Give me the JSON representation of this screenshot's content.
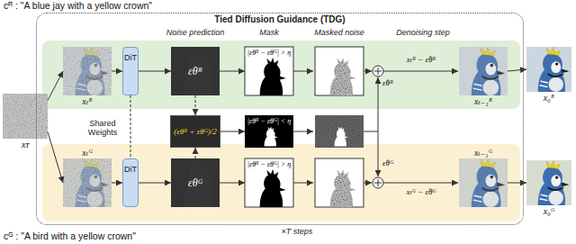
{
  "diagram": {
    "nodes": [
      {
        "text": [
          "Tied Diffusion Guidance (TDG)"
        ]
      },
      {
        "text": [
          "xᴛ"
        ]
      },
      {
        "text": [
          "xₜᴿ"
        ],
        "in": 0
      },
      {
        "text": [
          "DiT"
        ],
        "in": 0
      },
      {
        "text": [
          "εθᴿ"
        ],
        "in": 0
      },
      {
        "text": [
          "|εθᴿ − εθᴳ| > η"
        ],
        "in": 0
      },
      {
        "text": [
          "xₜ₋₁ᴿ"
        ],
        "in": 0
      },
      {
        "text": [
          "x₀ᴿ"
        ]
      },
      {
        "text": [
          "(εθᴿ + εθᴳ)/2"
        ],
        "in": 0
      },
      {
        "text": [
          "|εθᴿ − εθᴳ| < η"
        ],
        "in": 0
      },
      {
        "text": [
          "xₜᴳ"
        ],
        "in": 0
      },
      {
        "text": [
          "DiT"
        ],
        "in": 0
      },
      {
        "text": [
          "εθᴳ"
        ],
        "in": 0
      },
      {
        "text": [
          "|εθᴿ − εθᴳ| > η"
        ],
        "in": 0
      },
      {
        "text": [
          "xₜ₋₁ᴳ"
        ],
        "in": 0
      },
      {
        "text": [
          "x₀ᴳ"
        ]
      }
    ],
    "edges": [
      {
        "from": 1,
        "to": 2,
        "arrow": "to"
      },
      {
        "from": 1,
        "to": 10,
        "arrow": "to"
      },
      {
        "from": 2,
        "to": 3,
        "arrow": "to"
      },
      {
        "from": 3,
        "to": 4,
        "arrow": "to"
      },
      {
        "from": 10,
        "to": 11,
        "arrow": "to"
      },
      {
        "from": 11,
        "to": 12,
        "arrow": "to"
      },
      {
        "from": 4,
        "to": 5,
        "arrow": "to"
      },
      {
        "from": 12,
        "to": 13,
        "arrow": "to"
      },
      {
        "from": 4,
        "to": 8,
        "arrow": "to"
      },
      {
        "from": 12,
        "to": 8,
        "arrow": "to"
      },
      {
        "from": 8,
        "to": 9,
        "arrow": "to"
      },
      {
        "from": 3,
        "to": 11,
        "arrow": "none"
      },
      {
        "from": 6,
        "to": 7,
        "arrow": "to"
      },
      {
        "from": 14,
        "to": 15,
        "arrow": "to"
      }
    ],
    "labels": [
      "cᴿ : \"A blue jay with a yellow crown\"",
      "Noise prediction",
      "Mask",
      "Masked noise",
      "Denoising step",
      "xₜᴿ − ε̂θᴿ",
      "ε̂θᴿ",
      "Shared Weights",
      "ε̂θᴳ",
      "xₜᴳ − ε̂θᴳ",
      "×T steps",
      "cᴳ : \"A bird with a yellow crown\""
    ]
  }
}
